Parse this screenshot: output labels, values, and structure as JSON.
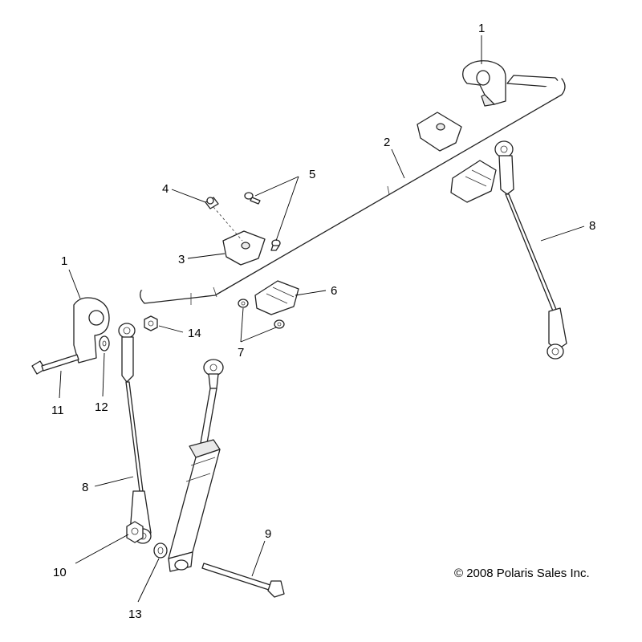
{
  "callouts": {
    "c1a": "1",
    "c1b": "1",
    "c2": "2",
    "c3": "3",
    "c4": "4",
    "c5": "5",
    "c6": "6",
    "c7": "7",
    "c8a": "8",
    "c8b": "8",
    "c9": "9",
    "c10": "10",
    "c11": "11",
    "c12": "12",
    "c13": "13",
    "c14": "14"
  },
  "copyright": "© 2008 Polaris Sales Inc."
}
